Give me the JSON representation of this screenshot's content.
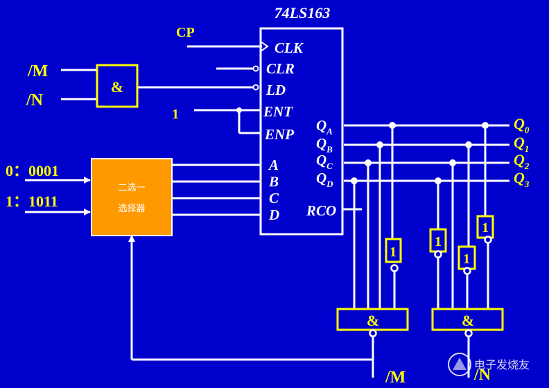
{
  "chip": {
    "title": "74LS163",
    "pins_left": {
      "clk": "CLK",
      "clr": "CLR",
      "ld": "LD",
      "ent": "ENT",
      "enp": "ENP",
      "a": "A",
      "b": "B",
      "c": "C",
      "d": "D"
    },
    "pins_right": {
      "qa_main": "Q",
      "qa_sub": "A",
      "qb_main": "Q",
      "qb_sub": "B",
      "qc_main": "Q",
      "qc_sub": "C",
      "qd_main": "Q",
      "qd_sub": "D",
      "rco": "RCO"
    }
  },
  "inputs": {
    "cp": "CP",
    "m": "/M",
    "n": "/N",
    "one": "1",
    "sel0": "0：0001",
    "sel1": "1：1011"
  },
  "outputs": {
    "q0_main": "Q",
    "q0_sub": "0",
    "q1_main": "Q",
    "q1_sub": "1",
    "q2_main": "Q",
    "q2_sub": "2",
    "q3_main": "Q",
    "q3_sub": "3",
    "m_out": "/M",
    "n_out": "/N"
  },
  "gates": {
    "and_label": "&",
    "not_label": "1"
  },
  "mux": {
    "line1": "二选一",
    "line2": "选择器"
  },
  "watermark": "电子发烧友",
  "colors": {
    "background": "#0000cc",
    "wire": "#ffffff",
    "gate": "#ffff00",
    "mux": "#ff9900",
    "text_yellow": "#ffff00",
    "text_white": "#ffffff"
  }
}
